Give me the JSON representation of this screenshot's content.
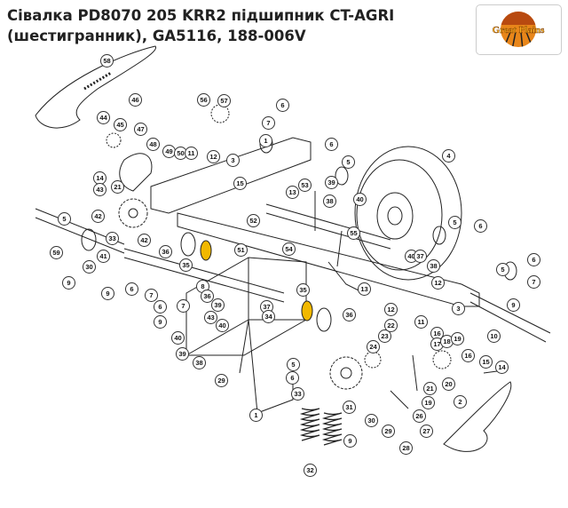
{
  "page": {
    "title": "Сівалка PD8070 205 KRR2 підшипник CT-AGRI (шестигранник), GA5116, 188-006V"
  },
  "logo": {
    "text": "Great Plains",
    "colors": {
      "sun": "#e8861a",
      "sun_dark": "#b84a10",
      "text": "#f0a020"
    }
  },
  "callouts": [
    "58",
    "46",
    "44",
    "45",
    "47",
    "48",
    "49",
    "50",
    "11",
    "12",
    "3",
    "56",
    "57",
    "6",
    "7",
    "1",
    "6",
    "5",
    "4",
    "14",
    "21",
    "43",
    "15",
    "53",
    "39",
    "40",
    "13",
    "38",
    "42",
    "52",
    "5",
    "33",
    "42",
    "51",
    "55",
    "5",
    "6",
    "40",
    "37",
    "38",
    "59",
    "30",
    "41",
    "36",
    "54",
    "35",
    "7",
    "6",
    "9",
    "9",
    "5",
    "6",
    "7",
    "12",
    "13",
    "3",
    "9",
    "10",
    "8",
    "37",
    "35",
    "36",
    "39",
    "43",
    "36",
    "40",
    "9",
    "6",
    "7",
    "34",
    "23",
    "22",
    "24",
    "12",
    "11",
    "16",
    "17",
    "18",
    "19",
    "14",
    "15",
    "16",
    "40",
    "39",
    "38",
    "29",
    "20",
    "21",
    "5",
    "6",
    "33",
    "19",
    "2",
    "31",
    "30",
    "1",
    "26",
    "27",
    "29",
    "9",
    "28",
    "32"
  ],
  "highlight_color": "#f2b800"
}
